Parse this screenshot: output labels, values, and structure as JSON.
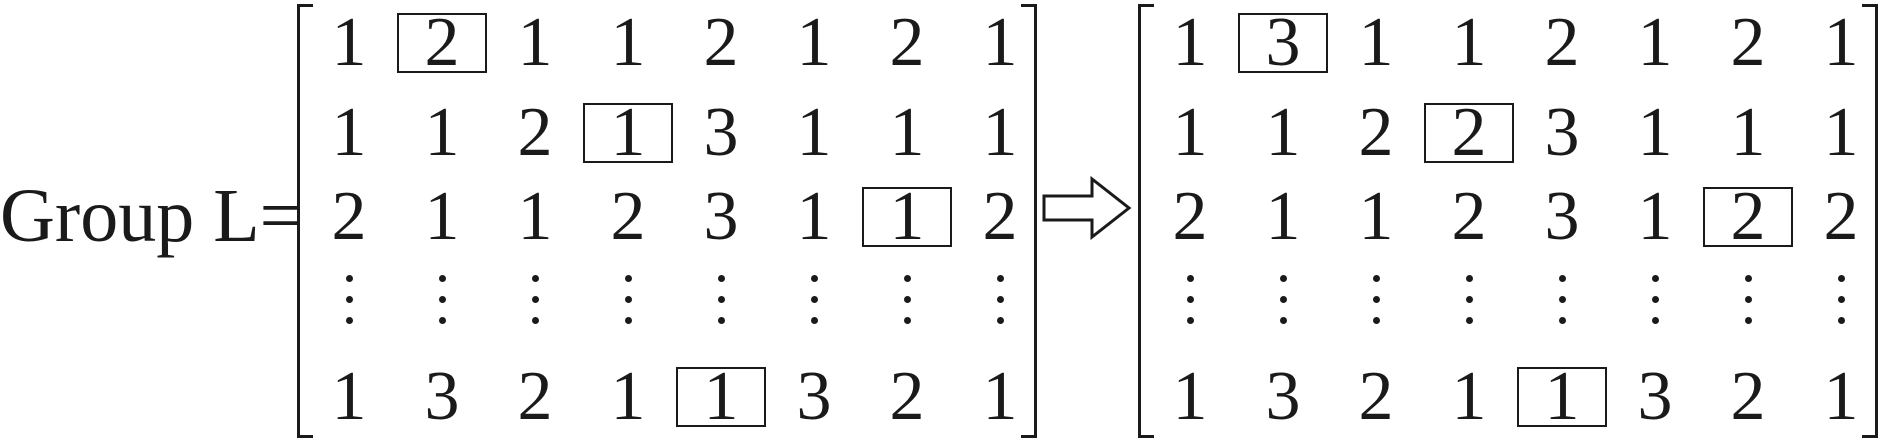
{
  "label": "Group L=",
  "left_matrix": {
    "rows": [
      [
        "1",
        "2",
        "1",
        "1",
        "2",
        "1",
        "2",
        "1"
      ],
      [
        "1",
        "1",
        "2",
        "1",
        "3",
        "1",
        "1",
        "1"
      ],
      [
        "2",
        "1",
        "1",
        "2",
        "3",
        "1",
        "1",
        "2"
      ],
      [
        "⋮",
        "⋮",
        "⋮",
        "⋮",
        "⋮",
        "⋮",
        "⋮",
        "⋮"
      ],
      [
        "1",
        "3",
        "2",
        "1",
        "1",
        "3",
        "2",
        "1"
      ]
    ],
    "boxed": [
      [
        0,
        1
      ],
      [
        1,
        3
      ],
      [
        2,
        6
      ],
      [
        4,
        4
      ]
    ]
  },
  "right_matrix": {
    "rows": [
      [
        "1",
        "3",
        "1",
        "1",
        "2",
        "1",
        "2",
        "1"
      ],
      [
        "1",
        "1",
        "2",
        "2",
        "3",
        "1",
        "1",
        "1"
      ],
      [
        "2",
        "1",
        "1",
        "2",
        "3",
        "1",
        "2",
        "2"
      ],
      [
        "⋮",
        "⋮",
        "⋮",
        "⋮",
        "⋮",
        "⋮",
        "⋮",
        "⋮"
      ],
      [
        "1",
        "3",
        "2",
        "1",
        "1",
        "3",
        "2",
        "1"
      ]
    ],
    "boxed": [
      [
        0,
        1
      ],
      [
        1,
        3
      ],
      [
        2,
        6
      ],
      [
        4,
        4
      ]
    ]
  },
  "arrow_icon": "right-arrow-icon"
}
